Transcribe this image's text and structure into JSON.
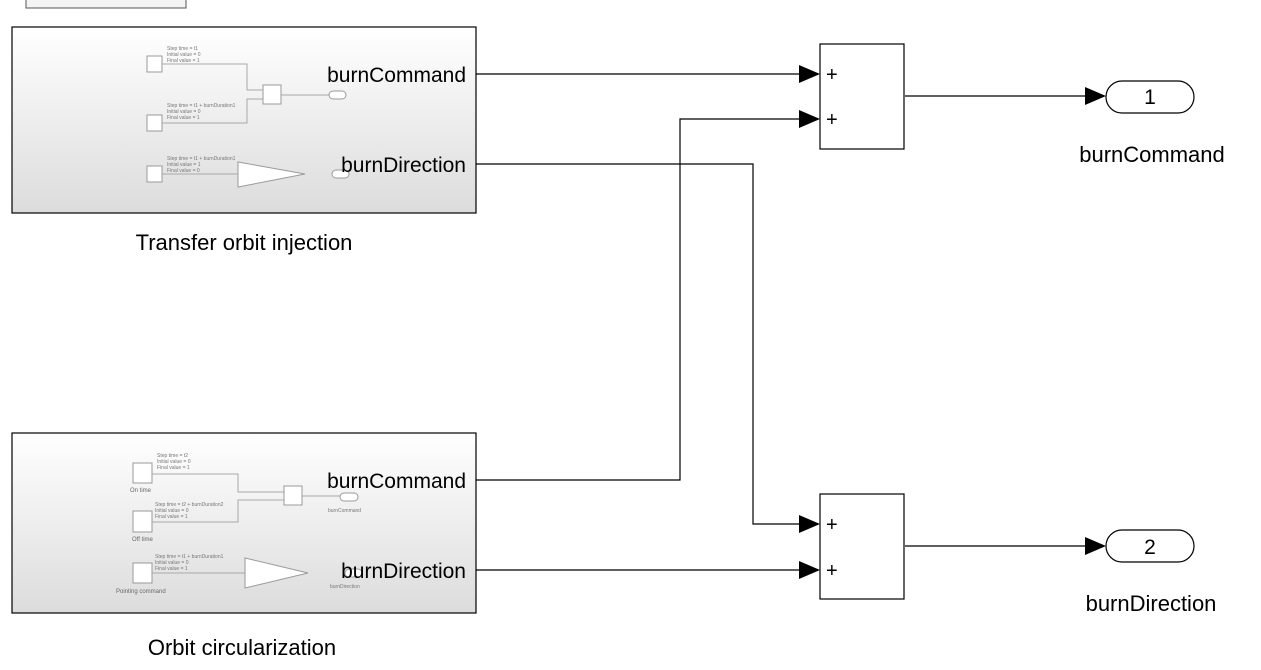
{
  "subsystems": [
    {
      "name": "Transfer orbit injection",
      "ports": [
        "burnCommand",
        "burnDirection"
      ],
      "internal_text": [
        [
          "Step time = t1",
          "Initial value = 0",
          "Final value = 1"
        ],
        [
          "Step time = t1 + burnDuration1",
          "Initial value = 0",
          "Final value = 1"
        ],
        [
          "Step time = t1 + burnDuration1",
          "Initial value = 1",
          "Final value = 0"
        ]
      ]
    },
    {
      "name": "Orbit circularization",
      "ports": [
        "burnCommand",
        "burnDirection"
      ],
      "internal_text": [
        [
          "Step time = t2",
          "Initial value = 0",
          "Final value = 1"
        ],
        [
          "Step time = t2 + burnDuration2",
          "Initial value = 0",
          "Final value = 1"
        ],
        [
          "Step time = t1 + burnDuration1",
          "Initial value = 0",
          "Final value = 1"
        ]
      ],
      "internal_labels": [
        "On time",
        "Off time",
        "Pointing command",
        "burnCommand",
        "burnDirection"
      ]
    }
  ],
  "sum_blocks": [
    {
      "signs": [
        "+",
        "+"
      ]
    },
    {
      "signs": [
        "+",
        "+"
      ]
    }
  ],
  "outports": [
    {
      "number": "1",
      "name": "burnCommand"
    },
    {
      "number": "2",
      "name": "burnDirection"
    }
  ]
}
